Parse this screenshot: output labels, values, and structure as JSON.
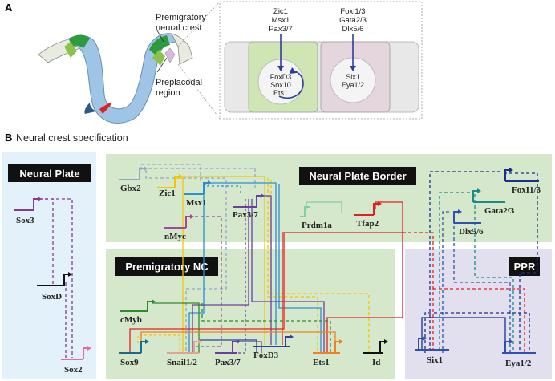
{
  "panelA": {
    "letter": "A",
    "labels": {
      "premigratory": [
        "Premigratory",
        "neural crest"
      ],
      "preplacodal": [
        "Preplacodal",
        "region"
      ]
    },
    "cellLeft": {
      "top": [
        "Zic1",
        "Msx1",
        "Pax3/7"
      ],
      "nucleus": [
        "FoxD3",
        "Sox10",
        "Ets1"
      ]
    },
    "cellRight": {
      "top": [
        "Foxl1/3",
        "Gata2/3",
        "Dlx5/6"
      ],
      "nucleus": [
        "Six1",
        "Eya1/2"
      ]
    }
  },
  "panelB": {
    "letter": "B",
    "title": "Neural crest specification",
    "regions": {
      "neuralPlate": "Neural Plate",
      "border": "Neural Plate Border",
      "premigratory": "Premigratory NC",
      "ppr": "PPR"
    },
    "genes": {
      "sox3": "Sox3",
      "soxd": "SoxD",
      "sox2": "Sox2",
      "gbx2": "Gbx2",
      "zic1": "Zic1",
      "msx1": "Msx1",
      "pax37top": "Pax3/7",
      "nmyc": "nMyc",
      "prdm1a": "Prdm1a",
      "tfap2": "Tfap2",
      "foxi13": "FoxI1/3",
      "gata23": "Gata2/3",
      "dlx56": "Dlx5/6",
      "cmyb": "cMyb",
      "sox9": "Sox9",
      "snail12": "Snail1/2",
      "pax37bot": "Pax3/7",
      "foxd3": "FoxD3",
      "ets1": "Ets1",
      "id": "Id",
      "six1": "Six1",
      "eya12": "Eya1/2"
    },
    "colors": {
      "gbx2": "#8fa8c8",
      "zic1": "#f2c500",
      "msx1": "#2b8fd4",
      "pax37": "#6b3fa0",
      "nmyc": "#a1479e",
      "prdm1a": "#7fcfa8",
      "tfap2": "#e02020",
      "cmyb": "#2e8b2e",
      "sox9": "#c81e1e",
      "snail12": "#e8a090",
      "sox3": "#8b3a8b",
      "sox2": "#e06fa0",
      "foxd3": "#2b3f9e",
      "ets1": "#f08020",
      "id": "#111111",
      "foxi13": "#1a2f8a",
      "gata23": "#1a8a8a",
      "dlx56": "#3050b0"
    }
  }
}
